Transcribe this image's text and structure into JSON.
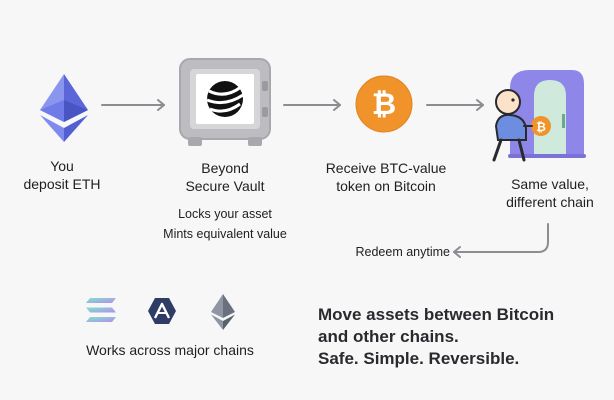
{
  "steps": [
    {
      "icon": "ethereum-icon",
      "label_lines": [
        "You",
        "deposit ETH"
      ]
    },
    {
      "icon": "vault-icon",
      "label_lines": [
        "Beyond",
        "Secure Vault"
      ]
    },
    {
      "icon": "bitcoin-icon",
      "label_lines": [
        "Receive BTC-value",
        "token on Bitcoin"
      ]
    },
    {
      "icon": "person-doorway-icon",
      "label_lines": [
        "Same value,",
        "different chain"
      ]
    }
  ],
  "vault_details": [
    "Locks your asset",
    "Mints equivalent value"
  ],
  "redeem_label": "Redeem anytime",
  "chains": {
    "icons": [
      "solana-icon",
      "aptos-icon",
      "ethereum-icon"
    ],
    "label": "Works across major chains"
  },
  "headline": [
    "Move assets between Bitcoin",
    "and other chains.",
    "Safe. Simple. Reversible."
  ],
  "colors": {
    "ethereum": "#6a79e8",
    "bitcoin": "#f0932b",
    "vault_body": "#c9c9cc",
    "doorway": "#8e86e8",
    "arrow": "#8c8c92"
  }
}
